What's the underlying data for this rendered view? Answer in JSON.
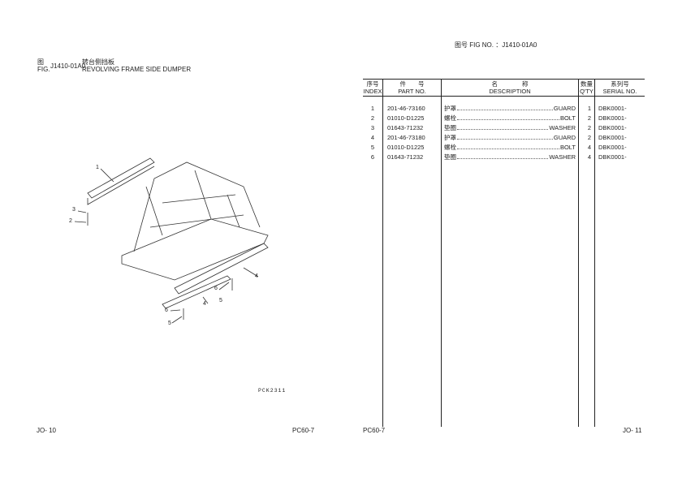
{
  "header": {
    "fig_no_label": "图号 FIG NO. ：J1410-01A0"
  },
  "figure": {
    "fig_cn": "图",
    "fig_en": "FIG.",
    "fig_number": "J1410-01A0",
    "title_cn": "转台侧挡板",
    "title_en": "REVOLVING FRAME SIDE DUMPER",
    "drawing_code": "PCK2311",
    "callouts": [
      "1",
      "3",
      "2",
      "4",
      "6",
      "5",
      "4",
      "6",
      "5"
    ]
  },
  "table": {
    "headers": [
      {
        "cn": "序号",
        "en": "INDEX"
      },
      {
        "cn": "件　　号",
        "en": "PART NO."
      },
      {
        "cn": "名　　　　称",
        "en": "DESCRIPTION"
      },
      {
        "cn": "数量",
        "en": "Q'TY"
      },
      {
        "cn": "系列号",
        "en": "SERIAL NO."
      }
    ],
    "rows": [
      {
        "index": "1",
        "part_no": "201-46-73160",
        "desc_cn": "护罩",
        "desc_en": "GUARD",
        "qty": "1",
        "serial": "DBK0001-"
      },
      {
        "index": "2",
        "part_no": "01010-D1225",
        "desc_cn": "螺栓",
        "desc_en": "BOLT",
        "qty": "2",
        "serial": "DBK0001-"
      },
      {
        "index": "3",
        "part_no": "01643-71232",
        "desc_cn": "垫圈",
        "desc_en": "WASHER",
        "qty": "2",
        "serial": "DBK0001-"
      },
      {
        "index": "4",
        "part_no": "201-46-73180",
        "desc_cn": "护罩",
        "desc_en": "GUARD",
        "qty": "2",
        "serial": "DBK0001-"
      },
      {
        "index": "5",
        "part_no": "01010-D1225",
        "desc_cn": "螺栓",
        "desc_en": "BOLT",
        "qty": "4",
        "serial": "DBK0001-"
      },
      {
        "index": "6",
        "part_no": "01643-71232",
        "desc_cn": "垫圈",
        "desc_en": "WASHER",
        "qty": "4",
        "serial": "DBK0001-"
      }
    ]
  },
  "footer": {
    "left_page": "JO- 10",
    "left_model": "PC60-7",
    "right_model": "PC60-7",
    "right_page": "JO- 11"
  }
}
